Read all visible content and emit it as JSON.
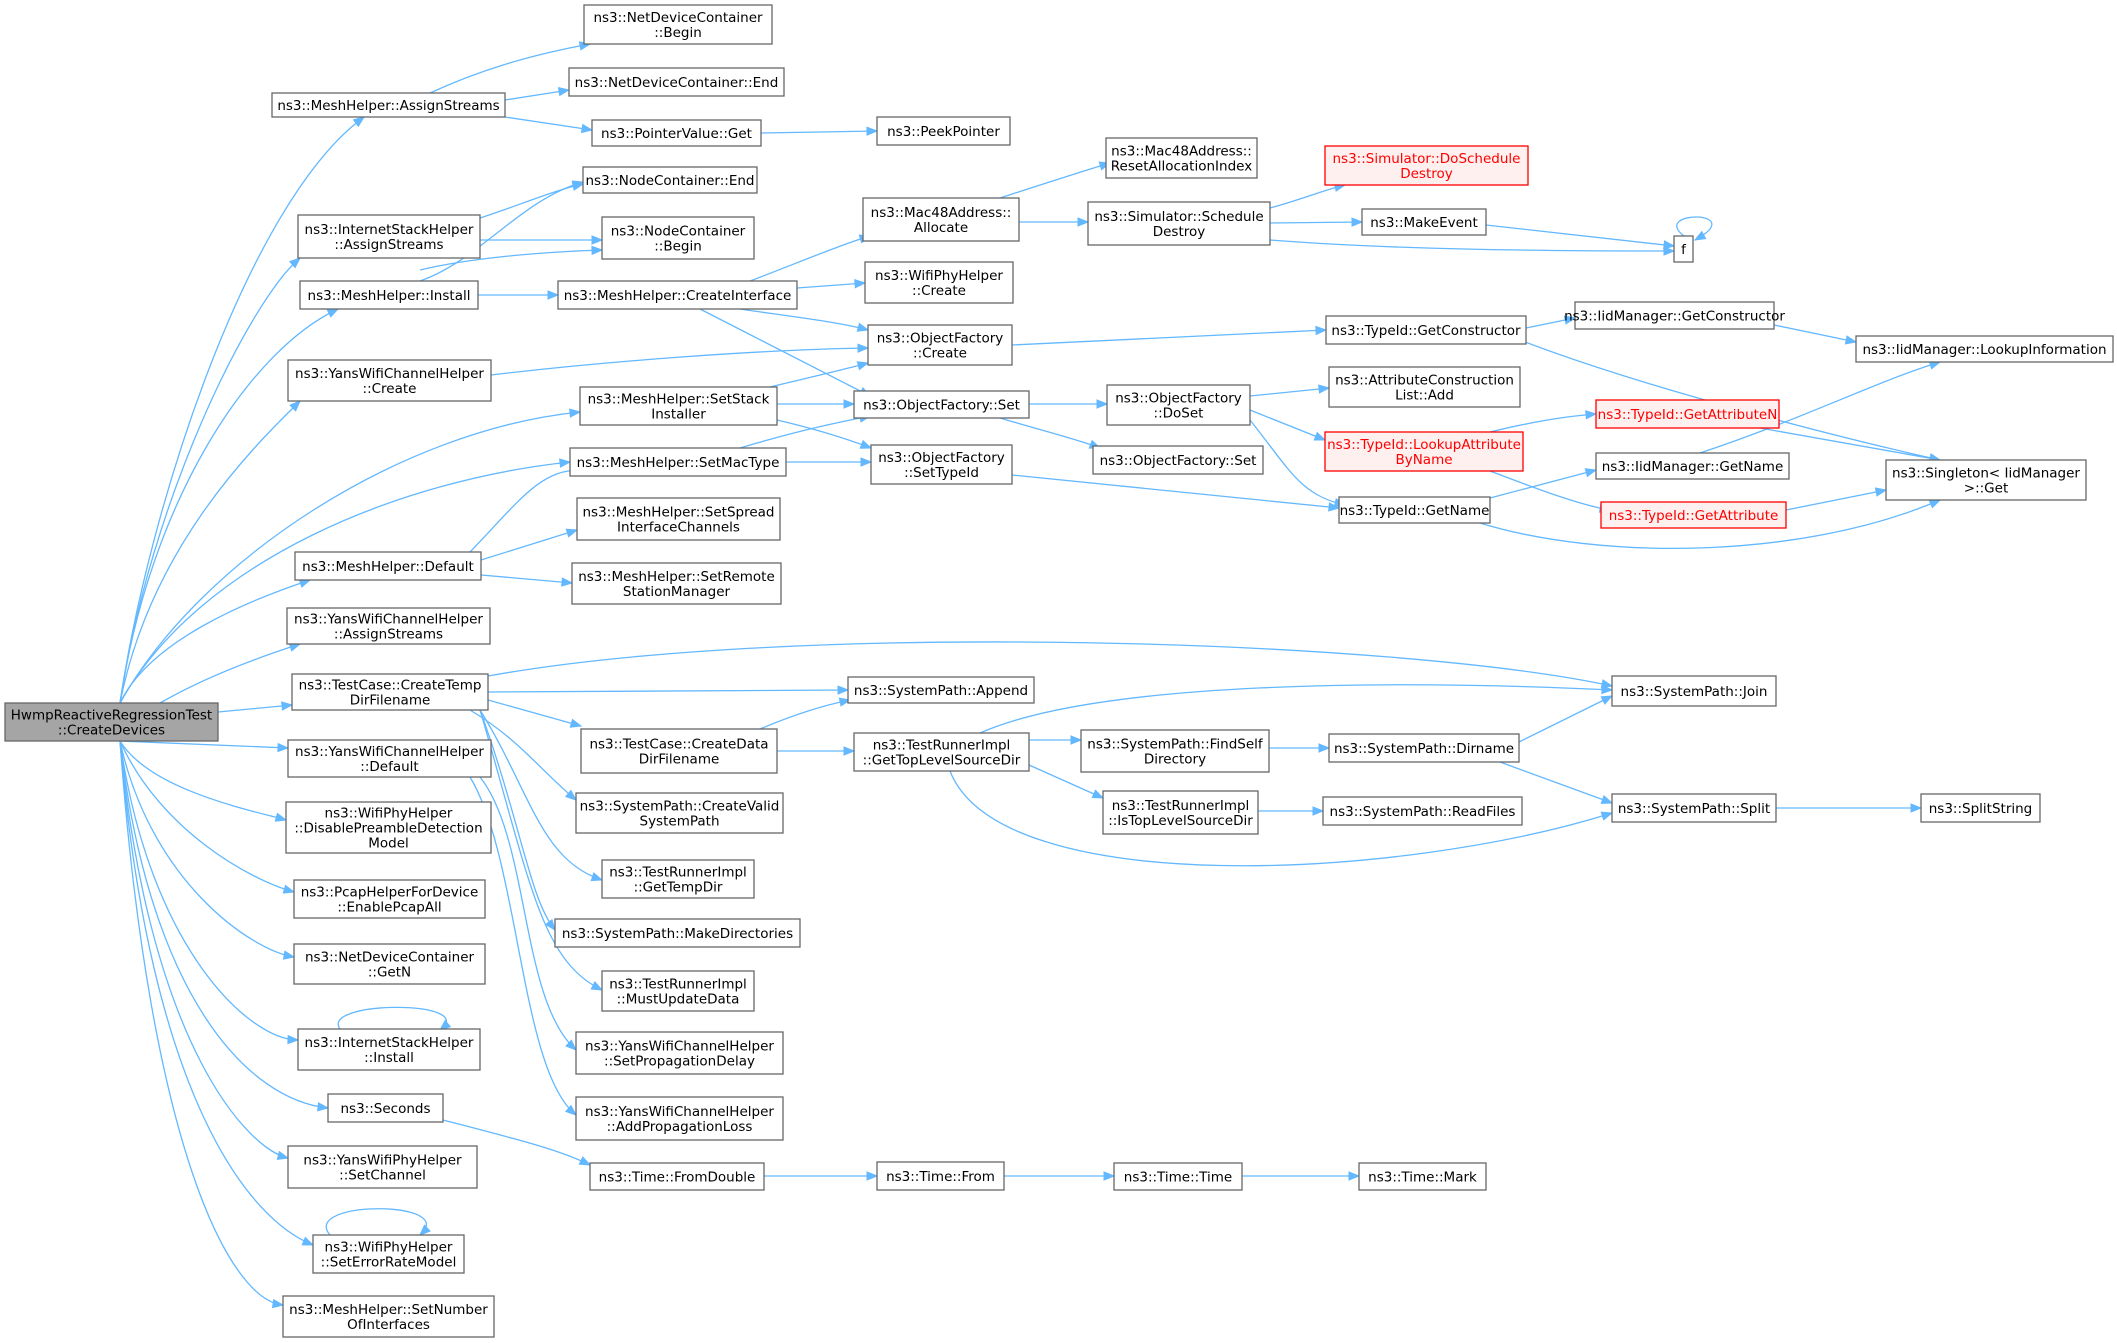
{
  "diagram": {
    "nodes": [
      {
        "id": "root",
        "lines": [
          "HwmpReactiveRegressionTest",
          "::CreateDevices"
        ],
        "style": "root"
      },
      {
        "id": "mh_assign",
        "lines": [
          "ns3::MeshHelper::AssignStreams"
        ]
      },
      {
        "id": "ndc_begin",
        "lines": [
          "ns3::NetDeviceContainer",
          "::Begin"
        ]
      },
      {
        "id": "ndc_end",
        "lines": [
          "ns3::NetDeviceContainer::End"
        ]
      },
      {
        "id": "pv_get",
        "lines": [
          "ns3::PointerValue::Get"
        ]
      },
      {
        "id": "peek",
        "lines": [
          "ns3::PeekPointer"
        ]
      },
      {
        "id": "ish_assign",
        "lines": [
          "ns3::InternetStackHelper",
          "::AssignStreams"
        ]
      },
      {
        "id": "nc_end",
        "lines": [
          "ns3::NodeContainer::End"
        ]
      },
      {
        "id": "nc_begin",
        "lines": [
          "ns3::NodeContainer",
          "::Begin"
        ]
      },
      {
        "id": "mh_install",
        "lines": [
          "ns3::MeshHelper::Install"
        ]
      },
      {
        "id": "mh_createif",
        "lines": [
          "ns3::MeshHelper::CreateInterface"
        ]
      },
      {
        "id": "mac_alloc",
        "lines": [
          "ns3::Mac48Address::",
          "Allocate"
        ]
      },
      {
        "id": "mac_reset",
        "lines": [
          "ns3::Mac48Address::",
          "ResetAllocationIndex"
        ]
      },
      {
        "id": "sim_dsd",
        "lines": [
          "ns3::Simulator::DoSchedule",
          "Destroy"
        ],
        "style": "red"
      },
      {
        "id": "sim_sd",
        "lines": [
          "ns3::Simulator::Schedule",
          "Destroy"
        ]
      },
      {
        "id": "makeevent",
        "lines": [
          "ns3::MakeEvent"
        ]
      },
      {
        "id": "f",
        "lines": [
          "f"
        ]
      },
      {
        "id": "wph_create",
        "lines": [
          "ns3::WifiPhyHelper",
          "::Create"
        ]
      },
      {
        "id": "ywch_create",
        "lines": [
          "ns3::YansWifiChannelHelper",
          "::Create"
        ]
      },
      {
        "id": "of_create",
        "lines": [
          "ns3::ObjectFactory",
          "::Create"
        ]
      },
      {
        "id": "tid_getctor",
        "lines": [
          "ns3::TypeId::GetConstructor"
        ]
      },
      {
        "id": "iid_getctor",
        "lines": [
          "ns3::IidManager::GetConstructor"
        ]
      },
      {
        "id": "iid_lookup",
        "lines": [
          "ns3::IidManager::LookupInformation"
        ]
      },
      {
        "id": "mh_setstack",
        "lines": [
          "ns3::MeshHelper::SetStack",
          "Installer"
        ]
      },
      {
        "id": "of_set",
        "lines": [
          "ns3::ObjectFactory::Set"
        ]
      },
      {
        "id": "of_doset",
        "lines": [
          "ns3::ObjectFactory",
          "::DoSet"
        ]
      },
      {
        "id": "acl_add",
        "lines": [
          "ns3::AttributeConstruction",
          "List::Add"
        ]
      },
      {
        "id": "tid_lookupattr",
        "lines": [
          "ns3::TypeId::LookupAttribute",
          "ByName"
        ],
        "style": "red"
      },
      {
        "id": "tid_getattrn",
        "lines": [
          "ns3::TypeId::GetAttributeN"
        ],
        "style": "red"
      },
      {
        "id": "mh_setmac",
        "lines": [
          "ns3::MeshHelper::SetMacType"
        ]
      },
      {
        "id": "of_settypeid",
        "lines": [
          "ns3::ObjectFactory",
          "::SetTypeId"
        ]
      },
      {
        "id": "of_set2",
        "lines": [
          "ns3::ObjectFactory::Set"
        ]
      },
      {
        "id": "iid_getname",
        "lines": [
          "ns3::IidManager::GetName"
        ]
      },
      {
        "id": "singleton_get",
        "lines": [
          "ns3::Singleton< IidManager",
          ">::Get"
        ]
      },
      {
        "id": "tid_getattr",
        "lines": [
          "ns3::TypeId::GetAttribute"
        ],
        "style": "red"
      },
      {
        "id": "tid_getname",
        "lines": [
          "ns3::TypeId::GetName"
        ]
      },
      {
        "id": "mh_default",
        "lines": [
          "ns3::MeshHelper::Default"
        ]
      },
      {
        "id": "mh_setspread",
        "lines": [
          "ns3::MeshHelper::SetSpread",
          "InterfaceChannels"
        ]
      },
      {
        "id": "mh_setremote",
        "lines": [
          "ns3::MeshHelper::SetRemote",
          "StationManager"
        ]
      },
      {
        "id": "ywch_assign",
        "lines": [
          "ns3::YansWifiChannelHelper",
          "::AssignStreams"
        ]
      },
      {
        "id": "tc_ctd",
        "lines": [
          "ns3::TestCase::CreateTemp",
          "DirFilename"
        ]
      },
      {
        "id": "sp_append",
        "lines": [
          "ns3::SystemPath::Append"
        ]
      },
      {
        "id": "sp_join",
        "lines": [
          "ns3::SystemPath::Join"
        ]
      },
      {
        "id": "tc_cdd",
        "lines": [
          "ns3::TestCase::CreateData",
          "DirFilename"
        ]
      },
      {
        "id": "tri_gtlsd",
        "lines": [
          "ns3::TestRunnerImpl",
          "::GetTopLevelSourceDir"
        ]
      },
      {
        "id": "sp_findself",
        "lines": [
          "ns3::SystemPath::FindSelf",
          "Directory"
        ]
      },
      {
        "id": "sp_dirname",
        "lines": [
          "ns3::SystemPath::Dirname"
        ]
      },
      {
        "id": "sp_split",
        "lines": [
          "ns3::SystemPath::Split"
        ]
      },
      {
        "id": "splitstring",
        "lines": [
          "ns3::SplitString"
        ]
      },
      {
        "id": "tri_istlsd",
        "lines": [
          "ns3::TestRunnerImpl",
          "::IsTopLevelSourceDir"
        ]
      },
      {
        "id": "sp_readfiles",
        "lines": [
          "ns3::SystemPath::ReadFiles"
        ]
      },
      {
        "id": "ywch_default",
        "lines": [
          "ns3::YansWifiChannelHelper",
          "::Default"
        ]
      },
      {
        "id": "sp_cvsp",
        "lines": [
          "ns3::SystemPath::CreateValid",
          "SystemPath"
        ]
      },
      {
        "id": "wph_dpdm",
        "lines": [
          "ns3::WifiPhyHelper",
          "::DisablePreambleDetection",
          "Model"
        ]
      },
      {
        "id": "tri_gettemp",
        "lines": [
          "ns3::TestRunnerImpl",
          "::GetTempDir"
        ]
      },
      {
        "id": "phfd_pcap",
        "lines": [
          "ns3::PcapHelperForDevice",
          "::EnablePcapAll"
        ]
      },
      {
        "id": "sp_makedirs",
        "lines": [
          "ns3::SystemPath::MakeDirectories"
        ]
      },
      {
        "id": "ndc_getn",
        "lines": [
          "ns3::NetDeviceContainer",
          "::GetN"
        ]
      },
      {
        "id": "tri_mud",
        "lines": [
          "ns3::TestRunnerImpl",
          "::MustUpdateData"
        ]
      },
      {
        "id": "ish_install",
        "lines": [
          "ns3::InternetStackHelper",
          "::Install"
        ]
      },
      {
        "id": "ywch_spd",
        "lines": [
          "ns3::YansWifiChannelHelper",
          "::SetPropagationDelay"
        ]
      },
      {
        "id": "seconds",
        "lines": [
          "ns3::Seconds"
        ]
      },
      {
        "id": "ywch_apl",
        "lines": [
          "ns3::YansWifiChannelHelper",
          "::AddPropagationLoss"
        ]
      },
      {
        "id": "ywph_setchan",
        "lines": [
          "ns3::YansWifiPhyHelper",
          "::SetChannel"
        ]
      },
      {
        "id": "time_fromdouble",
        "lines": [
          "ns3::Time::FromDouble"
        ]
      },
      {
        "id": "time_from",
        "lines": [
          "ns3::Time::From"
        ]
      },
      {
        "id": "time_time",
        "lines": [
          "ns3::Time::Time"
        ]
      },
      {
        "id": "time_mark",
        "lines": [
          "ns3::Time::Mark"
        ]
      },
      {
        "id": "wph_serm",
        "lines": [
          "ns3::WifiPhyHelper",
          "::SetErrorRateModel"
        ]
      },
      {
        "id": "mh_setnum",
        "lines": [
          "ns3::MeshHelper::SetNumber",
          "OfInterfaces"
        ]
      }
    ]
  }
}
